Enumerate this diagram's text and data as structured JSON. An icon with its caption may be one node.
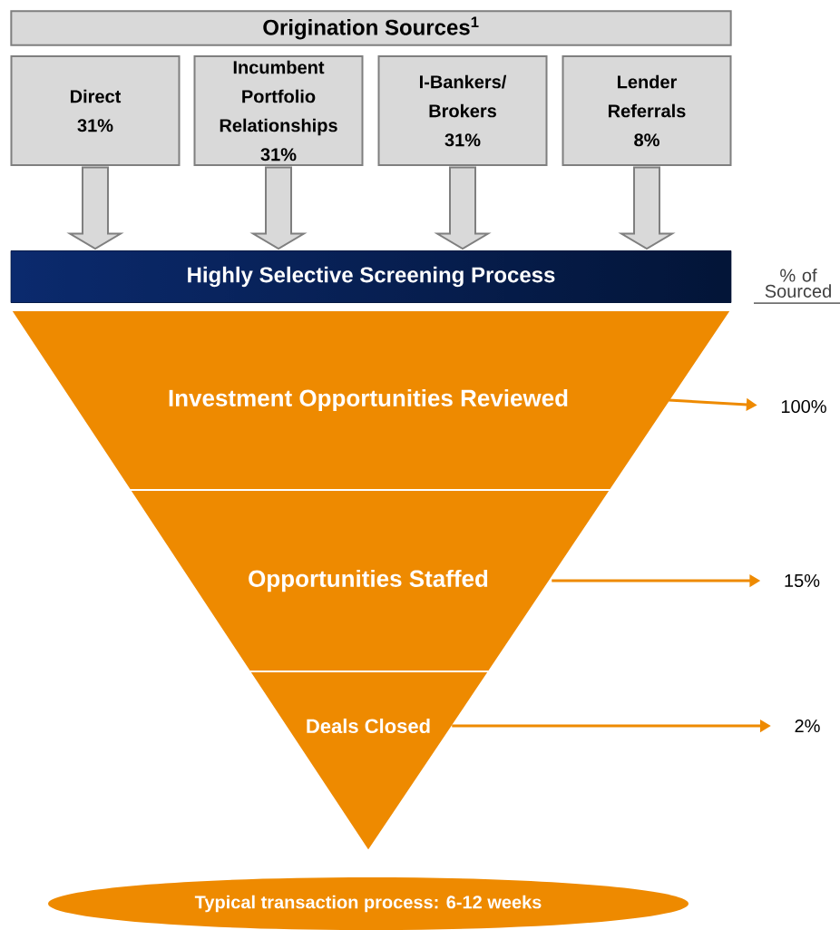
{
  "diagram": {
    "nodes": [
      {
        "text": [
          "Origination Sources$^{1}$"
        ]
      },
      {
        "text": [
          "Direct 31%"
        ]
      },
      {
        "text": [
          "Incumbent Portfolio Relationships 31%"
        ]
      },
      {
        "text": [
          "I-Bankers/ Brokers 31%"
        ]
      },
      {
        "text": [
          "Lender Referrals 8%"
        ]
      },
      {
        "text": [
          "Highly Selective Screening Process"
        ]
      },
      {
        "text": [
          "Investment Opportunities Reviewed"
        ]
      },
      {
        "text": [
          "Opportunities Staffed"
        ]
      },
      {
        "text": [
          "Deals Closed"
        ]
      },
      {
        "text": [
          "Typical transaction process: 6-12 weeks"
        ]
      },
      {
        "text": [
          "100%"
        ]
      },
      {
        "text": [
          "15%"
        ]
      },
      {
        "text": [
          "2%"
        ]
      }
    ],
    "edges": [
      {
        "from": 1,
        "to": 5,
        "arrow": "to"
      },
      {
        "from": 2,
        "to": 5,
        "arrow": "to"
      },
      {
        "from": 3,
        "to": 5,
        "arrow": "to"
      },
      {
        "from": 4,
        "to": 5,
        "arrow": "to"
      },
      {
        "from": 6,
        "to": 10,
        "arrow": "to",
        "color": "#ee8a00"
      },
      {
        "from": 7,
        "to": 11,
        "arrow": "to",
        "color": "#ee8a00"
      },
      {
        "from": 8,
        "to": 12,
        "arrow": "to",
        "color": "#ee8a00"
      }
    ],
    "labels": [
      "% of Sourced"
    ]
  }
}
